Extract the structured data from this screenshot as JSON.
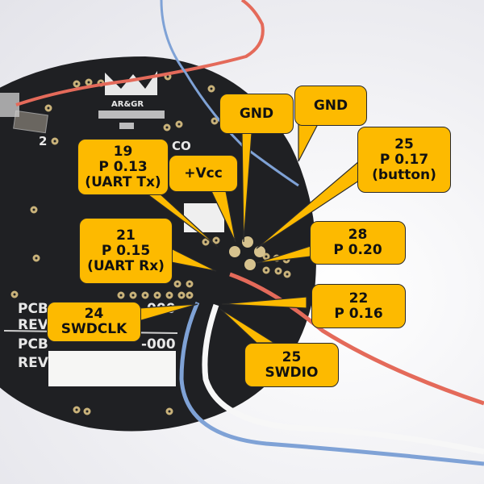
{
  "colors": {
    "callout_fill": "#fdba00",
    "callout_border": "#2a2a2a",
    "pcb": "#1f2023",
    "pad": "#c9b27a",
    "wire_red": "#e46a5a",
    "wire_blue": "#7fa2d6",
    "wire_white": "#f2f2f2"
  },
  "pcb": {
    "logo_text": "AR&GR",
    "silkscreen_lines": [
      "PCB",
      "REV",
      "PCB",
      "REV",
      "-000",
      "-000",
      "2",
      "CO"
    ]
  },
  "callouts": [
    {
      "id": "gnd-left",
      "lines": [
        "GND"
      ]
    },
    {
      "id": "gnd-right",
      "lines": [
        "GND"
      ]
    },
    {
      "id": "pin19",
      "lines": [
        "19",
        "P 0.13",
        "(UART Tx)"
      ]
    },
    {
      "id": "vcc",
      "lines": [
        "+Vcc"
      ]
    },
    {
      "id": "pin25-button",
      "lines": [
        "25",
        "P 0.17",
        "(button)"
      ]
    },
    {
      "id": "pin21",
      "lines": [
        "21",
        "P 0.15",
        "(UART Rx)"
      ]
    },
    {
      "id": "pin28",
      "lines": [
        "28",
        "P 0.20"
      ]
    },
    {
      "id": "pin22",
      "lines": [
        "22",
        "P 0.16"
      ]
    },
    {
      "id": "pin24",
      "lines": [
        "24",
        "SWDCLK"
      ]
    },
    {
      "id": "pin25-swdio",
      "lines": [
        "25",
        "SWDIO"
      ]
    }
  ]
}
